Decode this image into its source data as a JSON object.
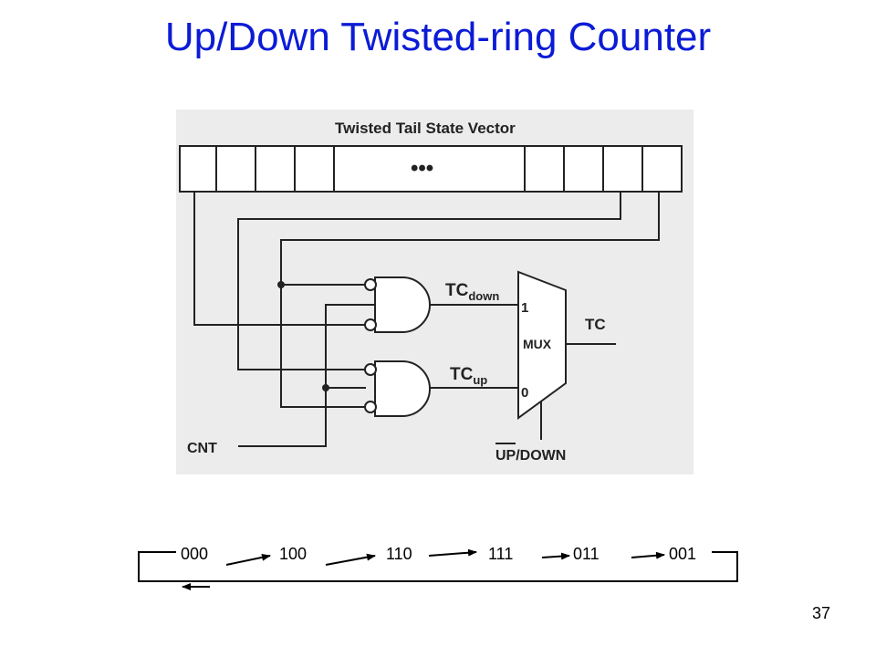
{
  "slide": {
    "title": "Up/Down Twisted-ring Counter",
    "page_number": "37"
  },
  "diagram": {
    "vector_label": "Twisted Tail State Vector",
    "ellipsis": "•••",
    "tc_down_base": "TC",
    "tc_down_sub": "down",
    "tc_up_base": "TC",
    "tc_up_sub": "up",
    "mux_label": "MUX",
    "mux_in1": "1",
    "mux_in0": "0",
    "tc_out": "TC",
    "cnt_label": "CNT",
    "updown_label": "UP/DOWN"
  },
  "sequence": {
    "states": [
      "000",
      "100",
      "110",
      "111",
      "011",
      "001"
    ]
  }
}
